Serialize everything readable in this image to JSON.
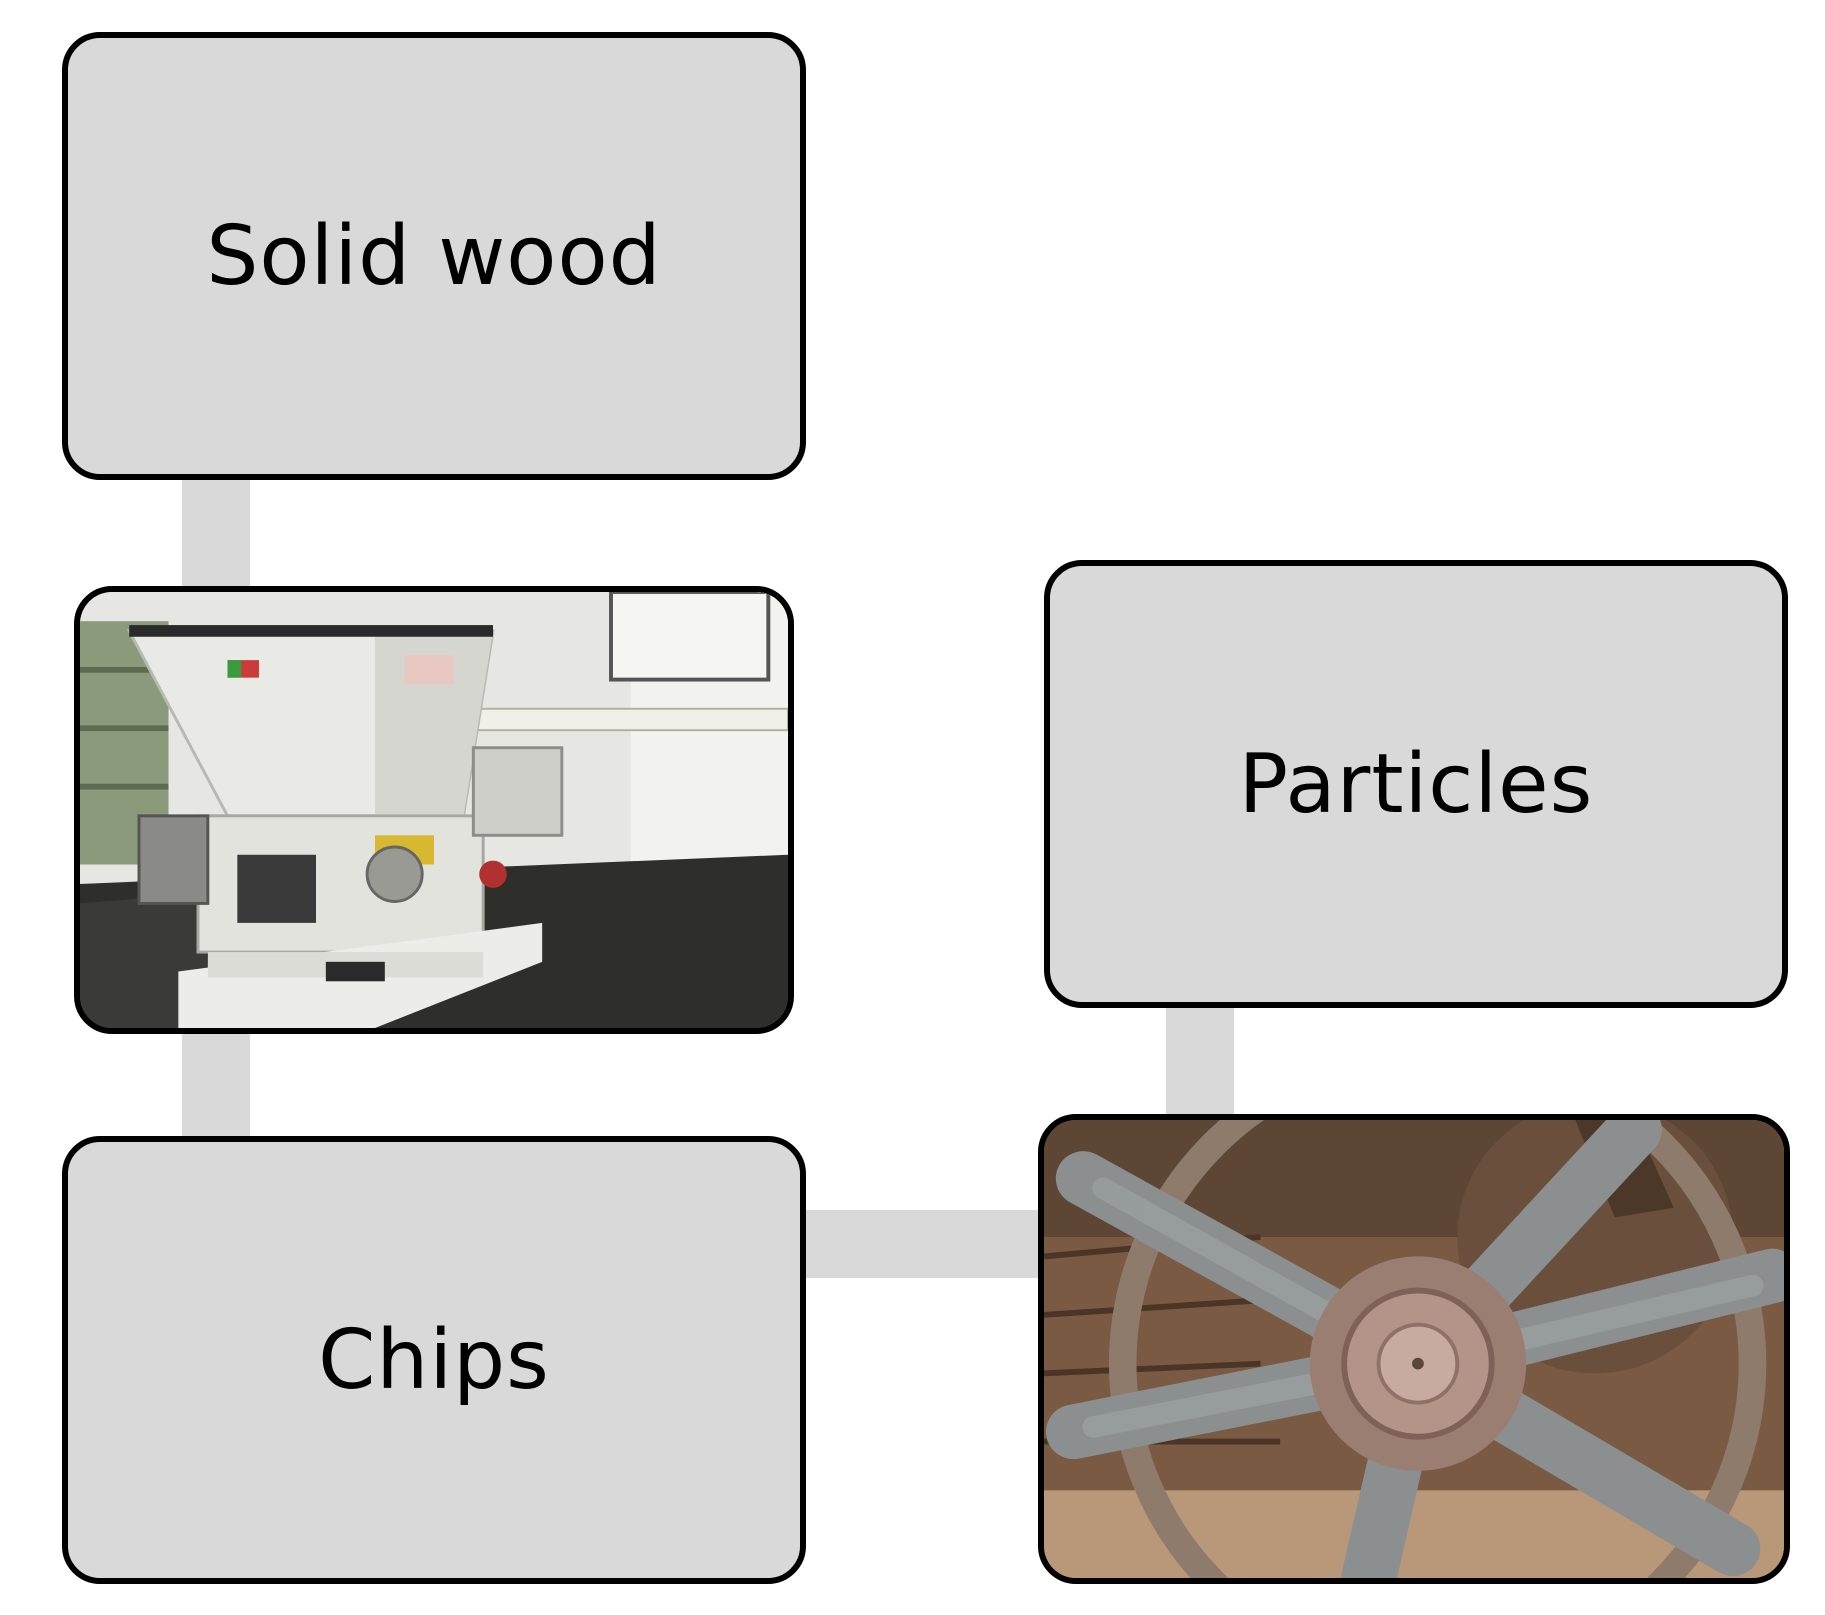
{
  "diagram": {
    "nodes": {
      "solid_wood": {
        "label": "Solid wood"
      },
      "chips": {
        "label": "Chips"
      },
      "particles": {
        "label": "Particles"
      }
    },
    "photos": {
      "chipper": {
        "icon": "chipper-machine-photo"
      },
      "flaker": {
        "icon": "knife-ring-flaker-photo"
      }
    },
    "colors": {
      "box_fill": "#d9d9d9",
      "box_border": "#000000",
      "connector": "#d9d9d9",
      "background": "#ffffff"
    }
  }
}
